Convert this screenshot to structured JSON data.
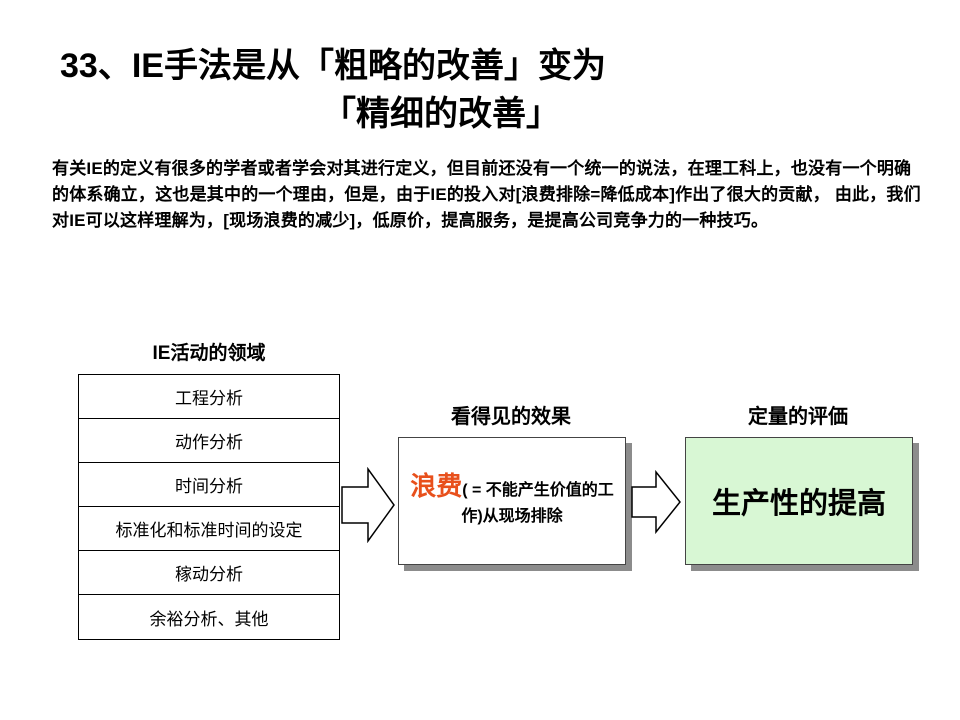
{
  "title": {
    "line1": "33、IE手法是从「粗略的改善」变为",
    "line2": "「精细的改善」"
  },
  "intro": "有关IE的定义有很多的学者或者学会对其进行定义，但目前还没有一个统一的说法，在理工科上，也没有一个明确的体系确立，这也是其中的一个理由，但是，由于IE的投入对[浪费排除=降低成本]作出了很大的贡献， 由此，我们对IE可以这样理解为，[现场浪费的减少]，低原价，提高服务，是提高公司竞争力的一种技巧。",
  "ie_areas": {
    "heading": "IE活动的领域",
    "items": [
      "工程分析",
      "动作分析",
      "时间分析",
      "标准化和标准时间的设定",
      "稼动分析",
      "余裕分析、其他"
    ]
  },
  "visible_effect": {
    "label": "看得见的效果",
    "highlight": "浪费",
    "text": "( = 不能产生价值的工作)从现场排除",
    "highlight_color": "#e8501c"
  },
  "quantitative": {
    "label": "定量的评価",
    "text": "生产性的提高",
    "bg_color": "#d8f7d4"
  }
}
